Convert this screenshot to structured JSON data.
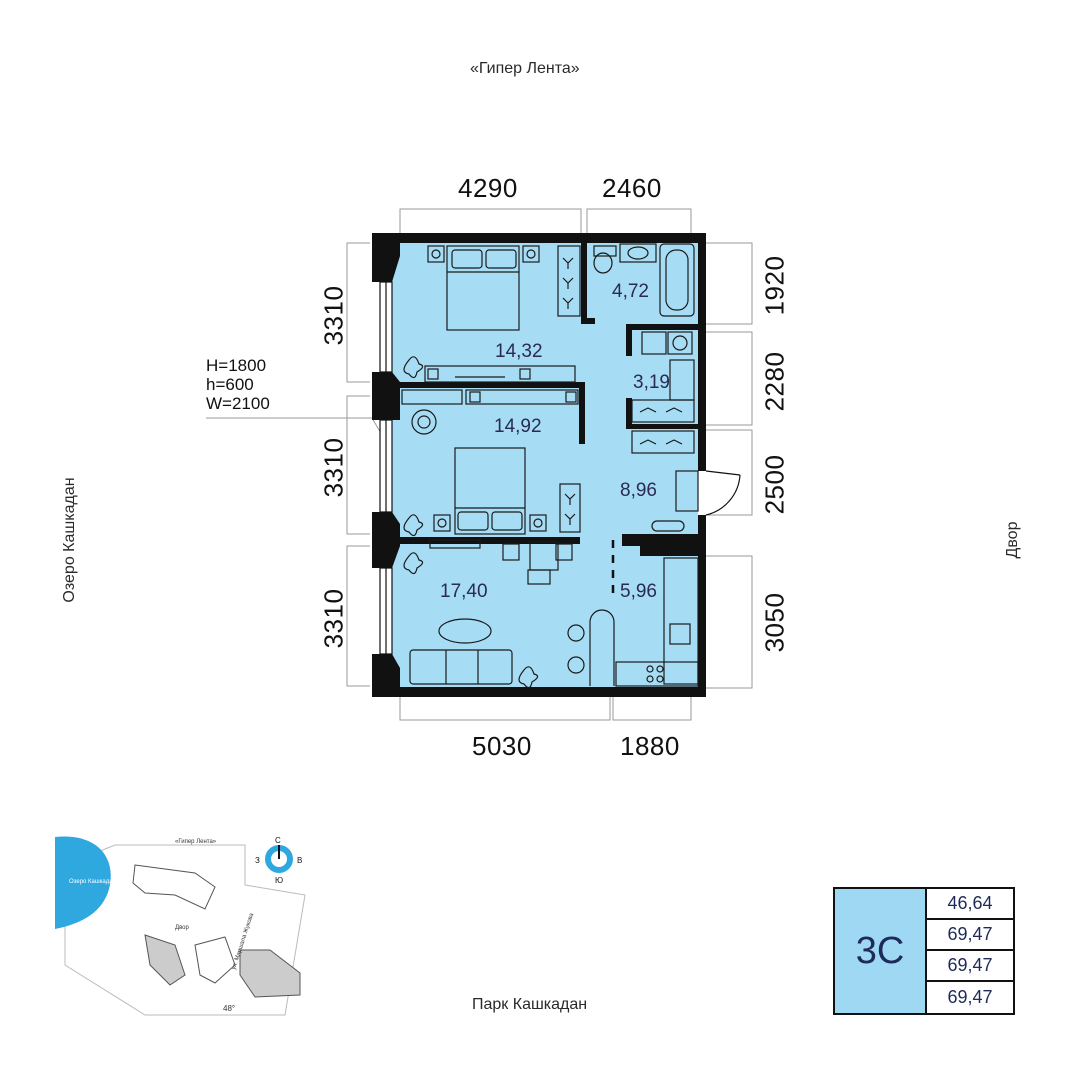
{
  "orientation": {
    "top": "«Гипер Лента»",
    "bottom": "Парк Кашкадан",
    "left": "Озеро Кашкадан",
    "right": "Двор"
  },
  "dimensions": {
    "top": [
      "4290",
      "2460"
    ],
    "bottom": [
      "5030",
      "1880"
    ],
    "left": [
      "3310",
      "3310",
      "3310"
    ],
    "right": [
      "1920",
      "2280",
      "2500",
      "3050"
    ]
  },
  "window_note": {
    "line1": "H=1800",
    "line2": "h=600",
    "line3": "W=2100"
  },
  "rooms": [
    {
      "area": "14,32"
    },
    {
      "area": "4,72"
    },
    {
      "area": "3,19"
    },
    {
      "area": "14,92"
    },
    {
      "area": "8,96"
    },
    {
      "area": "17,40"
    },
    {
      "area": "5,96"
    }
  ],
  "minimap": {
    "lake": "Озеро Кашкадан",
    "top_label": "«Гипер Лента»",
    "yard": "Двор",
    "street": "ул. Маршала Жукова",
    "angle": "48°",
    "compass": {
      "n": "С",
      "s": "Ю",
      "w": "З",
      "e": "В"
    }
  },
  "legend": {
    "type": "3С",
    "values": [
      "46,64",
      "69,47",
      "69,47",
      "69,47"
    ]
  },
  "colors": {
    "room_fill": "#a7dcf5",
    "wall": "#111111",
    "accent": "#2fa8e0",
    "text": "#2a2a55"
  }
}
